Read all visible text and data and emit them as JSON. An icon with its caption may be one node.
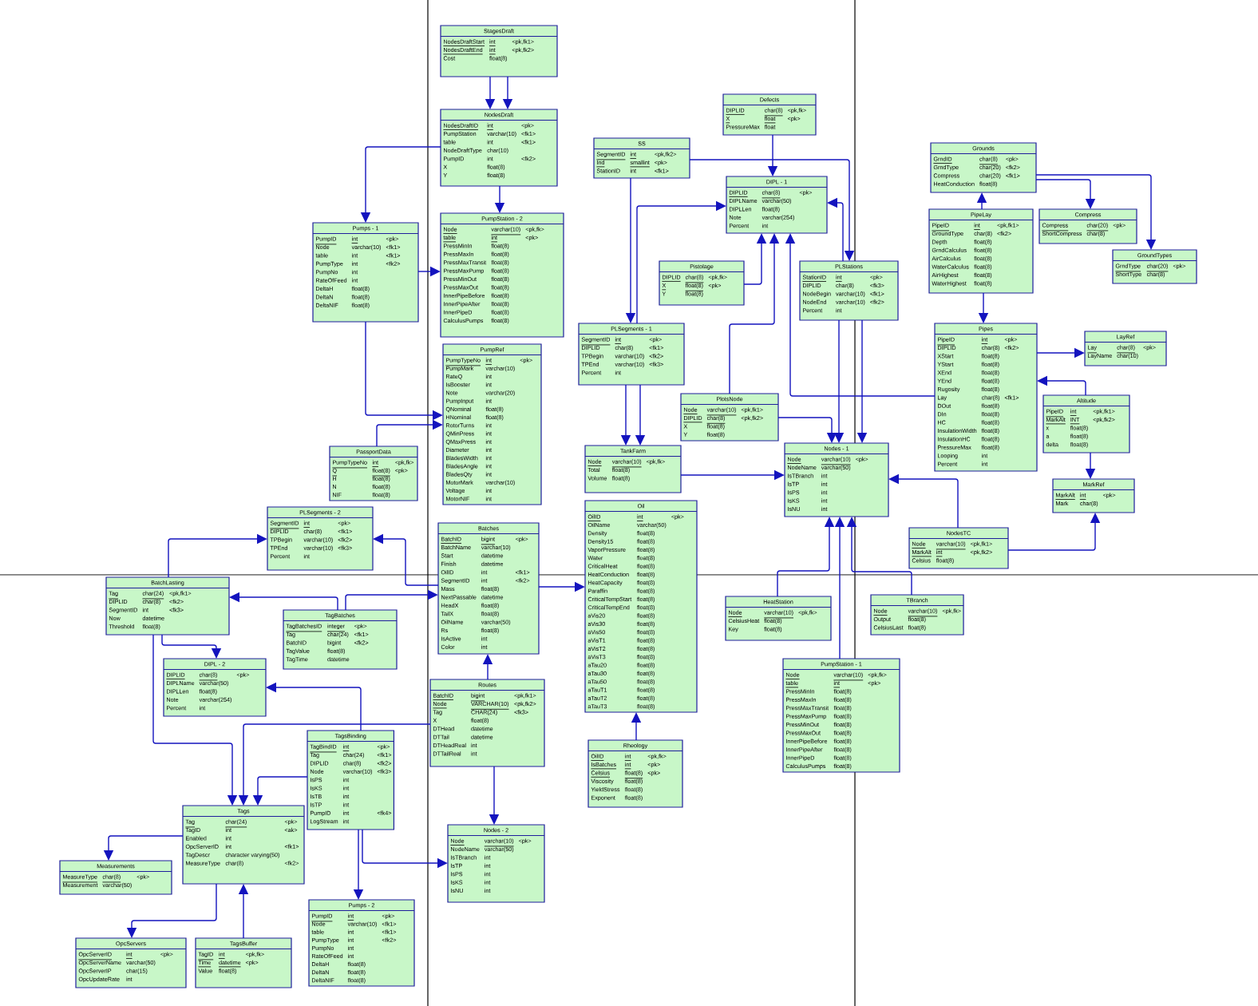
{
  "diagram": {
    "nodes": [
      {
        "text": [
          "StagesDraft",
          "NodesDraftStart",
          "int",
          "<pk,fk1>",
          "NodesDraftEnd",
          "int",
          "<pk,fk2>",
          "Cost",
          "float(8)"
        ]
      },
      {
        "text": [
          "Defects",
          "DIPLID",
          "char(8)",
          "<pk,fk>",
          "X",
          "float",
          "<pk>",
          "PressureMax",
          "float"
        ]
      },
      {
        "text": [
          "NodesDraft",
          "NodesDraftID",
          "int",
          "<pk>",
          "PumpStation",
          "varchar(10)",
          "<fk1>",
          "table",
          "int",
          "<fk1>",
          "NodeDraftType",
          "char(10)",
          "PumpID",
          "int",
          "<fk2>",
          "X",
          "float(8)",
          "Y",
          "float(8)"
        ]
      },
      {
        "text": [
          "SS",
          "SegmentID",
          "int",
          "<pk,fk2>",
          "Ind",
          "smallint",
          "<pk>",
          "StationID",
          "int",
          "<fk1>"
        ]
      },
      {
        "text": [
          "Grounds",
          "GrndID",
          "char(8)",
          "<pk>",
          "GrndType",
          "char(20)",
          "<fk2>",
          "Compress",
          "char(20)",
          "<fk1>",
          "HeatConduction",
          "float(8)"
        ]
      },
      {
        "text": [
          "DIPL - 1",
          "DIPLID",
          "char(8)",
          "<pk>",
          "DIPLName",
          "varchar(50)",
          "DIPLLen",
          "float(8)",
          "Note",
          "varchar(254)",
          "Percent",
          "int"
        ]
      },
      {
        "text": [
          "Compress",
          "Compress",
          "char(20)",
          "<pk>",
          "ShortCompress",
          "char(8)"
        ]
      },
      {
        "text": [
          "PipeLay",
          "PipeID",
          "int",
          "<pk,fk1>",
          "GroundType",
          "char(8)",
          "<fk2>",
          "Depth",
          "float(8)",
          "GrndCalculus",
          "float(8)",
          "AirCalculus",
          "float(8)",
          "WaterCalculus",
          "float(8)",
          "AirHighest",
          "float(8)",
          "WaterHighest",
          "float(8)"
        ]
      },
      {
        "text": [
          "Pumps - 1",
          "PumpID",
          "int",
          "<pk>",
          "Node",
          "varchar(10)",
          "<fk1>",
          "table",
          "int",
          "<fk1>",
          "PumpType",
          "int",
          "<fk2>",
          "PumpNo",
          "int",
          "RateOfFeed",
          "int",
          "DeltaH",
          "float(8)",
          "DeltaN",
          "float(8)",
          "DeltaNIF",
          "float(8)"
        ]
      },
      {
        "text": [
          "PumpStation - 2",
          "Node",
          "varchar(10)",
          "<pk,fk>",
          "table",
          "int",
          "<pk>",
          "PressMinIn",
          "float(8)",
          "PressMaxIn",
          "float(8)",
          "PressMaxTransit",
          "float(8)",
          "PressMaxPump",
          "float(8)",
          "PressMinOut",
          "float(8)",
          "PressMaxOut",
          "float(8)",
          "InnerPipeBefore",
          "float(8)",
          "InnerPipeAfter",
          "float(8)",
          "InnerPipeD",
          "float(8)",
          "CalculusPumps",
          "float(8)"
        ]
      },
      {
        "text": [
          "GroundTypes",
          "GrndType",
          "char(20)",
          "<pk>",
          "ShortType",
          "char(8)"
        ]
      },
      {
        "text": [
          "Pistolage",
          "DIPLID",
          "char(8)",
          "<pk,fk>",
          "X",
          "float(8)",
          "<pk>",
          "Y",
          "float(8)"
        ]
      },
      {
        "text": [
          "PLStations",
          "StationID",
          "int",
          "<pk>",
          "DIPLID",
          "char(8)",
          "<fk3>",
          "NodeBegin",
          "varchar(10)",
          "<fk1>",
          "NodeEnd",
          "varchar(10)",
          "<fk2>",
          "Percent",
          "int"
        ]
      },
      {
        "text": [
          "PLSegments - 1",
          "SegmentID",
          "int",
          "<pk>",
          "DIPLID",
          "char(8)",
          "<fk1>",
          "TPBegin",
          "varchar(10)",
          "<fk2>",
          "TPEnd",
          "varchar(10)",
          "<fk3>",
          "Percent",
          "int"
        ]
      },
      {
        "text": [
          "Pipes",
          "PipeID",
          "int",
          "<pk>",
          "DIPLID",
          "char(8)",
          "<fk2>",
          "XStart",
          "float(8)",
          "YStart",
          "float(8)",
          "XEnd",
          "float(8)",
          "YEnd",
          "float(8)",
          "Rugosity",
          "float(8)",
          "Lay",
          "char(8)",
          "<fk1>",
          "DOut",
          "float(8)",
          "DIn",
          "float(8)",
          "HC",
          "float(8)",
          "InsulationWidth",
          "float(8)",
          "InsulationHC",
          "float(8)",
          "PressureMax",
          "float(8)",
          "Looping",
          "int",
          "Percent",
          "int"
        ]
      },
      {
        "text": [
          "LayRef",
          "Lay",
          "char(8)",
          "<pk>",
          "LayName",
          "char(10)"
        ]
      },
      {
        "text": [
          "PumpRef",
          "PumpTypeNo",
          "int",
          "<pk>",
          "PumpMark",
          "varchar(10)",
          "RateQ",
          "int",
          "IsBooster",
          "int",
          "Note",
          "varchar(20)",
          "PumpInput",
          "int",
          "QNominal",
          "float(8)",
          "HNominal",
          "float(8)",
          "RotorTurns",
          "int",
          "QMinPress",
          "int",
          "QMaxPress",
          "int",
          "Diameter",
          "int",
          "BladesWidth",
          "int",
          "BladesAngle",
          "int",
          "BladesQty",
          "int",
          "MotorMark",
          "varchar(10)",
          "Voltage",
          "int",
          "MotorNIF",
          "int"
        ]
      },
      {
        "text": [
          "PlotsNode",
          "Node",
          "varchar(10)",
          "<pk,fk1>",
          "DIPLID",
          "char(8)",
          "<pk,fk2>",
          "X",
          "float(8)",
          "Y",
          "float(8)"
        ]
      },
      {
        "text": [
          "Altitude",
          "PipeID",
          "int",
          "<pk,fk1>",
          "MarkAlt",
          "INT",
          "<pk,fk2>",
          "x",
          "float(8)",
          "a",
          "float(8)",
          "delta",
          "float(8)"
        ]
      },
      {
        "text": [
          "TankFarm",
          "Node",
          "varchar(10)",
          "<pk,fk>",
          "Total",
          "float(8)",
          "Volume",
          "float(8)"
        ]
      },
      {
        "text": [
          "Nodes - 1",
          "Node",
          "varchar(10)",
          "<pk>",
          "NodeName",
          "varchar(50)",
          "IsTBranch",
          "int",
          "IsTP",
          "int",
          "IsPS",
          "int",
          "IsKS",
          "int",
          "IsNU",
          "int"
        ]
      },
      {
        "text": [
          "PassportData",
          "PumpTypeNo",
          "int",
          "<pk,fk>",
          "Q",
          "float(8)",
          "<pk>",
          "H",
          "float(8)",
          "N",
          "float(8)",
          "NIF",
          "float(8)"
        ]
      },
      {
        "text": [
          "MarkRef",
          "MarkAlt",
          "int",
          "<pk>",
          "Mark",
          "char(8)"
        ]
      },
      {
        "text": [
          "Oil",
          "OilID",
          "int",
          "<pk>",
          "OilName",
          "varchar(50)",
          "Density",
          "float(8)",
          "Density15",
          "float(8)",
          "VaporPressure",
          "float(8)",
          "Water",
          "float(8)",
          "CriticalHeat",
          "float(8)",
          "HeatConduction",
          "float(8)",
          "HeatCapacity",
          "float(8)",
          "Paraffin",
          "float(8)",
          "CriticalTempStart",
          "float(8)",
          "CriticalTempEnd",
          "float(8)",
          "aVis20",
          "float(8)",
          "aVis30",
          "float(8)",
          "aVis50",
          "float(8)",
          "aVisT1",
          "float(8)",
          "aVisT2",
          "float(8)",
          "aVisT3",
          "float(8)",
          "aTau20",
          "float(8)",
          "aTau30",
          "float(8)",
          "aTau50",
          "float(8)",
          "aTauT1",
          "float(8)",
          "aTauT2",
          "float(8)",
          "aTauT3",
          "float(8)"
        ]
      },
      {
        "text": [
          "PLSegments - 2",
          "SegmentID",
          "int",
          "<pk>",
          "DIPLID",
          "char(8)",
          "<fk1>",
          "TPBegin",
          "varchar(10)",
          "<fk2>",
          "TPEnd",
          "varchar(10)",
          "<fk3>",
          "Percent",
          "int"
        ]
      },
      {
        "text": [
          "Batches",
          "BatchID",
          "bigint",
          "<pk>",
          "BatchName",
          "varchar(10)",
          "Start",
          "datetime",
          "Finish",
          "datetime",
          "OilID",
          "int",
          "<fk1>",
          "SegmentID",
          "int",
          "<fk2>",
          "Mass",
          "float(8)",
          "NextPassable",
          "datetime",
          "HeadX",
          "float(8)",
          "TailX",
          "float(8)",
          "OilName",
          "varchar(50)",
          "Rs",
          "float(8)",
          "IsActive",
          "int",
          "Color",
          "int"
        ]
      },
      {
        "text": [
          "NodesTC",
          "Node",
          "varchar(10)",
          "<pk,fk1>",
          "MarkAlt",
          "int",
          "<pk,fk2>",
          "Celsius",
          "float(8)"
        ]
      },
      {
        "text": [
          "BatchLasting",
          "Tag",
          "char(24)",
          "<pk,fk1>",
          "DIPLID",
          "char(8)",
          "<fk2>",
          "SegmentID",
          "int",
          "<fk3>",
          "Now",
          "datetime",
          "Threshold",
          "float(8)"
        ]
      },
      {
        "text": [
          "TBranch",
          "Node",
          "varchar(10)",
          "<pk,fk>",
          "Output",
          "float(8)",
          "CelsiusLast",
          "float(8)"
        ]
      },
      {
        "text": [
          "HeatStation",
          "Node",
          "varchar(10)",
          "<pk,fk>",
          "CelsiusHeat",
          "float(8)",
          "Key",
          "float(8)"
        ]
      },
      {
        "text": [
          "TagBatches",
          "TagBatchesID",
          "integer",
          "<pk>",
          "Tag",
          "char(24)",
          "<fk1>",
          "BatchID",
          "bigint",
          "<fk2>",
          "TagValue",
          "float(8)",
          "TagTime",
          "datetime"
        ]
      },
      {
        "text": [
          "DIPL - 2",
          "DIPLID",
          "char(8)",
          "<pk>",
          "DIPLName",
          "varchar(50)",
          "DIPLLen",
          "float(8)",
          "Note",
          "varchar(254)",
          "Percent",
          "int"
        ]
      },
      {
        "text": [
          "PumpStation - 1",
          "Node",
          "varchar(10)",
          "<pk,fk>",
          "table",
          "int",
          "<pk>",
          "PressMinIn",
          "float(8)",
          "PressMaxIn",
          "float(8)",
          "PressMaxTransit",
          "float(8)",
          "PressMaxPump",
          "float(8)",
          "PressMinOut",
          "float(8)",
          "PressMaxOut",
          "float(8)",
          "InnerPipeBefore",
          "float(8)",
          "InnerPipeAfter",
          "float(8)",
          "InnerPipeD",
          "float(8)",
          "CalculusPumps",
          "float(8)"
        ]
      },
      {
        "text": [
          "Routes",
          "BatchID",
          "bigint",
          "<pk,fk1>",
          "Node",
          "VARCHAR(10)",
          "<pk,fk2>",
          "Tag",
          "CHAR(24)",
          "<fk3>",
          "X",
          "float(8)",
          "DTHead",
          "datetime",
          "DTTail",
          "datetime",
          "DTHeadReal",
          "int",
          "DTTailReal",
          "int"
        ]
      },
      {
        "text": [
          "TagsBinding",
          "TagBindID",
          "int",
          "<pk>",
          "Tag",
          "char(24)",
          "<fk1>",
          "DIPLID",
          "char(8)",
          "<fk2>",
          "Node",
          "varchar(10)",
          "<fk3>",
          "IsPS",
          "int",
          "IsKS",
          "int",
          "IsTB",
          "int",
          "IsTP",
          "int",
          "PumpID",
          "int",
          "<fk4>",
          "LogStream",
          "int"
        ]
      },
      {
        "text": [
          "Rheology",
          "OilID",
          "int",
          "<pk,fk>",
          "IsBatches",
          "int",
          "<pk>",
          "Celsius",
          "float(8)",
          "<pk>",
          "Viscosity",
          "float(8)",
          "YieldStress",
          "float(8)",
          "Exponent",
          "float(8)"
        ]
      },
      {
        "text": [
          "Tags",
          "Tag",
          "char(24)",
          "<pk>",
          "TagID",
          "int",
          "<ak>",
          "Enabled",
          "int",
          "OpcServerID",
          "int",
          "<fk1>",
          "TagDescr",
          "character varying(50)",
          "MeasureType",
          "char(8)",
          "<fk2>"
        ]
      },
      {
        "text": [
          "Nodes - 2",
          "Node",
          "varchar(10)",
          "<pk>",
          "NodeName",
          "varchar(50)",
          "IsTBranch",
          "int",
          "IsTP",
          "int",
          "IsPS",
          "int",
          "IsKS",
          "int",
          "IsNU",
          "int"
        ]
      },
      {
        "text": [
          "Measurements",
          "MeasureType",
          "char(8)",
          "<pk>",
          "Measurement",
          "varchar(50)"
        ]
      },
      {
        "text": [
          "Pumps - 2",
          "PumpID",
          "int",
          "<pk>",
          "Node",
          "varchar(10)",
          "<fk1>",
          "table",
          "int",
          "<fk1>",
          "PumpType",
          "int",
          "<fk2>",
          "PumpNo",
          "int",
          "RateOfFeed",
          "int",
          "DeltaH",
          "float(8)",
          "DeltaN",
          "float(8)",
          "DeltaNIF",
          "float(8)"
        ]
      },
      {
        "text": [
          "OpcServers",
          "OpcServerID",
          "int",
          "<pk>",
          "OpcServerName",
          "varchar(50)",
          "OpcServerIP",
          "char(15)",
          "OpcUpdateRate",
          "int"
        ]
      },
      {
        "text": [
          "TagsBuffer",
          "TagID",
          "int",
          "<pk,fk>",
          "Time",
          "datetime",
          "<pk>",
          "Value",
          "float(8)"
        ]
      }
    ],
    "edges": [
      {
        "from": 0,
        "to": 2,
        "arrow": "to"
      },
      {
        "from": 0,
        "to": 2,
        "arrow": "to"
      },
      {
        "from": 2,
        "to": 9,
        "arrow": "to"
      },
      {
        "from": 2,
        "to": 8,
        "arrow": "to"
      },
      {
        "from": 1,
        "to": 5,
        "arrow": "to"
      },
      {
        "from": 3,
        "to": 12,
        "arrow": "to"
      },
      {
        "from": 3,
        "to": 13,
        "arrow": "to"
      },
      {
        "from": 13,
        "to": 5,
        "arrow": "to"
      },
      {
        "from": 12,
        "to": 5,
        "arrow": "to"
      },
      {
        "from": 11,
        "to": 5,
        "arrow": "to"
      },
      {
        "from": 17,
        "to": 5,
        "arrow": "to"
      },
      {
        "from": 14,
        "to": 5,
        "arrow": "to"
      },
      {
        "from": 7,
        "to": 4,
        "arrow": "to"
      },
      {
        "from": 4,
        "to": 6,
        "arrow": "to"
      },
      {
        "from": 4,
        "to": 10,
        "arrow": "to"
      },
      {
        "from": 7,
        "to": 14,
        "arrow": "to"
      },
      {
        "from": 8,
        "to": 9,
        "arrow": "to"
      },
      {
        "from": 8,
        "to": 16,
        "arrow": "to"
      },
      {
        "from": 21,
        "to": 16,
        "arrow": "to"
      },
      {
        "from": 14,
        "to": 15,
        "arrow": "to"
      },
      {
        "from": 18,
        "to": 14,
        "arrow": "to"
      },
      {
        "from": 18,
        "to": 22,
        "arrow": "to"
      },
      {
        "from": 13,
        "to": 19,
        "arrow": "to"
      },
      {
        "from": 13,
        "to": 19,
        "arrow": "to"
      },
      {
        "from": 17,
        "to": 20,
        "arrow": "to"
      },
      {
        "from": 12,
        "to": 20,
        "arrow": "to"
      },
      {
        "from": 12,
        "to": 20,
        "arrow": "to"
      },
      {
        "from": 19,
        "to": 20,
        "arrow": "to"
      },
      {
        "from": 26,
        "to": 20,
        "arrow": "to"
      },
      {
        "from": 26,
        "to": 22,
        "arrow": "to"
      },
      {
        "from": 29,
        "to": 20,
        "arrow": "to"
      },
      {
        "from": 32,
        "to": 20,
        "arrow": "to"
      },
      {
        "from": 28,
        "to": 20,
        "arrow": "to"
      },
      {
        "from": 35,
        "to": 23,
        "arrow": "to"
      },
      {
        "from": 25,
        "to": 23,
        "arrow": "to"
      },
      {
        "from": 27,
        "to": 24,
        "arrow": "to"
      },
      {
        "from": 25,
        "to": 24,
        "arrow": "to"
      },
      {
        "from": 30,
        "to": 27,
        "arrow": "to"
      },
      {
        "from": 30,
        "to": 25,
        "arrow": "to"
      },
      {
        "from": 27,
        "to": 31,
        "arrow": "to"
      },
      {
        "from": 27,
        "to": 36,
        "arrow": "to"
      },
      {
        "from": 34,
        "to": 31,
        "arrow": "to"
      },
      {
        "from": 33,
        "to": 36,
        "arrow": "to"
      },
      {
        "from": 34,
        "to": 36,
        "arrow": "to"
      },
      {
        "from": 33,
        "to": 25,
        "arrow": "to"
      },
      {
        "from": 33,
        "to": 37,
        "arrow": "to"
      },
      {
        "from": 34,
        "to": 37,
        "arrow": "to"
      },
      {
        "from": 34,
        "to": 39,
        "arrow": "to"
      },
      {
        "from": 36,
        "to": 38,
        "arrow": "to"
      },
      {
        "from": 36,
        "to": 40,
        "arrow": "to"
      },
      {
        "from": 41,
        "to": 36,
        "arrow": "to"
      }
    ]
  }
}
